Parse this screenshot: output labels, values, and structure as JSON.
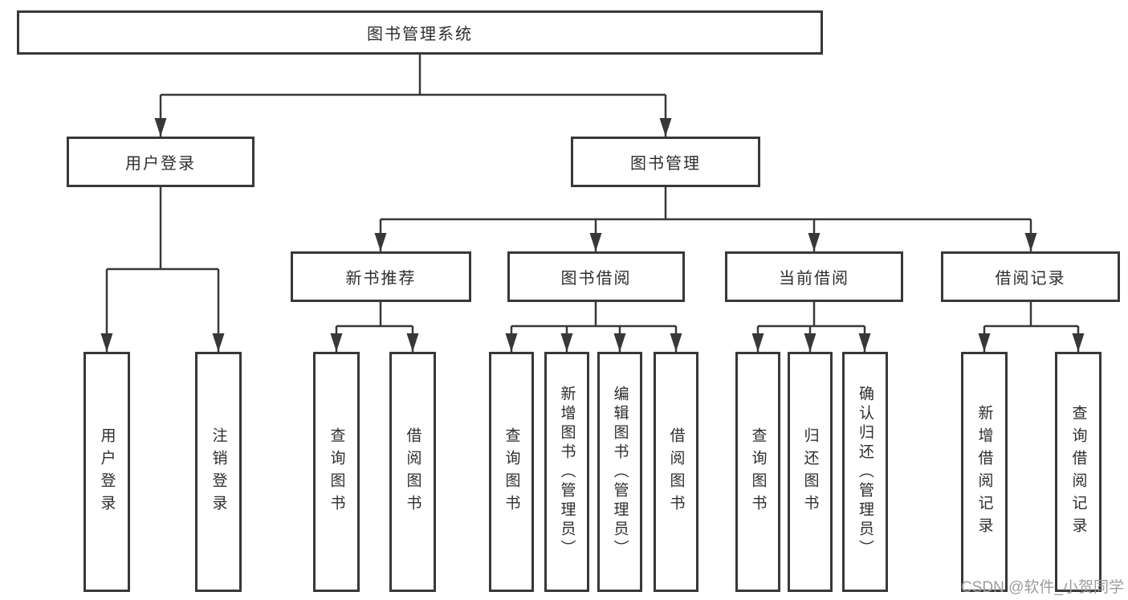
{
  "diagram": {
    "root": "图书管理系统",
    "level2": {
      "user_login": "用户登录",
      "book_mgmt": "图书管理"
    },
    "level3": {
      "new_book": "新书推荐",
      "book_borrow": "图书借阅",
      "current_borrow": "当前借阅",
      "borrow_record": "借阅记录"
    },
    "leaves": {
      "user_login": [
        "用户登录",
        "注销登录"
      ],
      "new_book": [
        "查询图书",
        "借阅图书"
      ],
      "book_borrow": [
        "查询图书",
        "新增图书（管理员）",
        "编辑图书（管理员）",
        "借阅图书"
      ],
      "current_borrow": [
        "查询图书",
        "归还图书",
        "确认归还（管理员）"
      ],
      "borrow_record": [
        "新增借阅记录",
        "查询借阅记录"
      ]
    }
  },
  "watermark": "CSDN @软件_小贺同学",
  "colors": {
    "line": "#383838",
    "box_fill": "#ffffff",
    "text": "#2e2e2e",
    "watermark": "#9c9c9c"
  }
}
